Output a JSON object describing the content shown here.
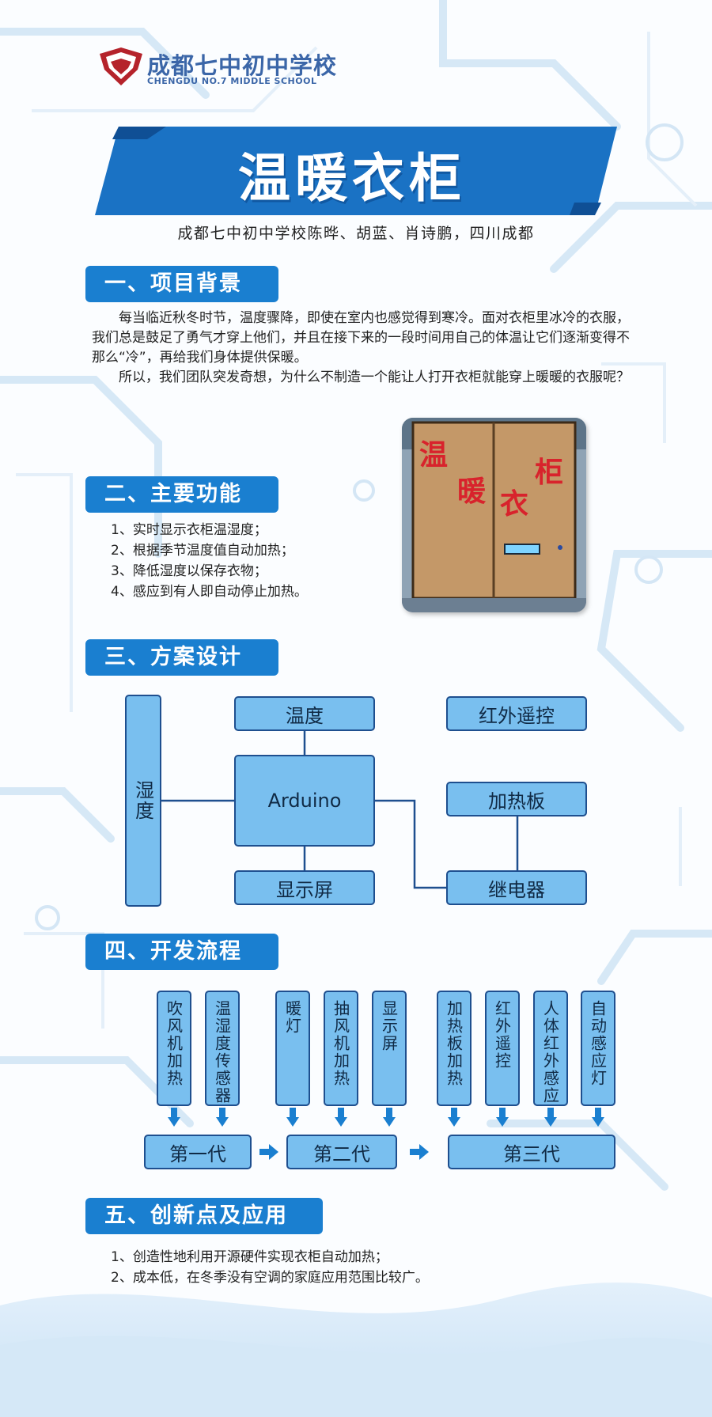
{
  "header": {
    "school_name": "成都七中初中学校",
    "school_name_en": "CHENGDU NO.7 MIDDLE SCHOOL",
    "title": "温暖衣柜",
    "authors": "成都七中初中学校陈晔、胡蓝、肖诗鹏，四川成都"
  },
  "sections": {
    "background": {
      "heading": "一、项目背景",
      "paragraphs": [
        "每当临近秋冬时节，温度骤降，即使在室内也感觉得到寒冷。面对衣柜里冰冷的衣服，我们总是鼓足了勇气才穿上他们，并且在接下来的一段时间用自己的体温让它们逐渐变得不那么“冷”，再给我们身体提供保暖。",
        "所以，我们团队突发奇想，为什么不制造一个能让人打开衣柜就能穿上暖暖的衣服呢？"
      ]
    },
    "functions": {
      "heading": "二、主要功能",
      "items": [
        "1、实时显示衣柜温湿度；",
        "2、根据季节温度值自动加热；",
        "3、降低湿度以保存衣物；",
        "4、感应到有人即自动停止加热。"
      ]
    },
    "photo": {
      "cabinet_text": [
        "温",
        "暖",
        "衣",
        "柜"
      ]
    },
    "design": {
      "heading": "三、方案设计",
      "humidity": "湿度",
      "temperature": "温度",
      "infrared": "红外遥控",
      "arduino": "Arduino",
      "heater": "加热板",
      "display": "显示屏",
      "relay": "继电器"
    },
    "process": {
      "heading": "四、开发流程",
      "gen1_items": [
        "吹风机加热",
        "温湿度传感器"
      ],
      "gen2_items": [
        "暖灯",
        "抽风机加热",
        "显示屏"
      ],
      "gen3_items": [
        "加热板加热",
        "红外遥控",
        "人体红外感应",
        "自动感应灯"
      ],
      "gen1": "第一代",
      "gen2": "第二代",
      "gen3": "第三代"
    },
    "innovation": {
      "heading": "五、创新点及应用",
      "items": [
        "1、创造性地利用开源硬件实现衣柜自动加热；",
        "2、成本低，在冬季没有空调的家庭应用范围比较广。"
      ]
    }
  },
  "colors": {
    "accent": "#1a7fd0",
    "box_fill": "#79bfef",
    "box_border": "#1e4f8f",
    "arrow": "#1a7fd0"
  }
}
